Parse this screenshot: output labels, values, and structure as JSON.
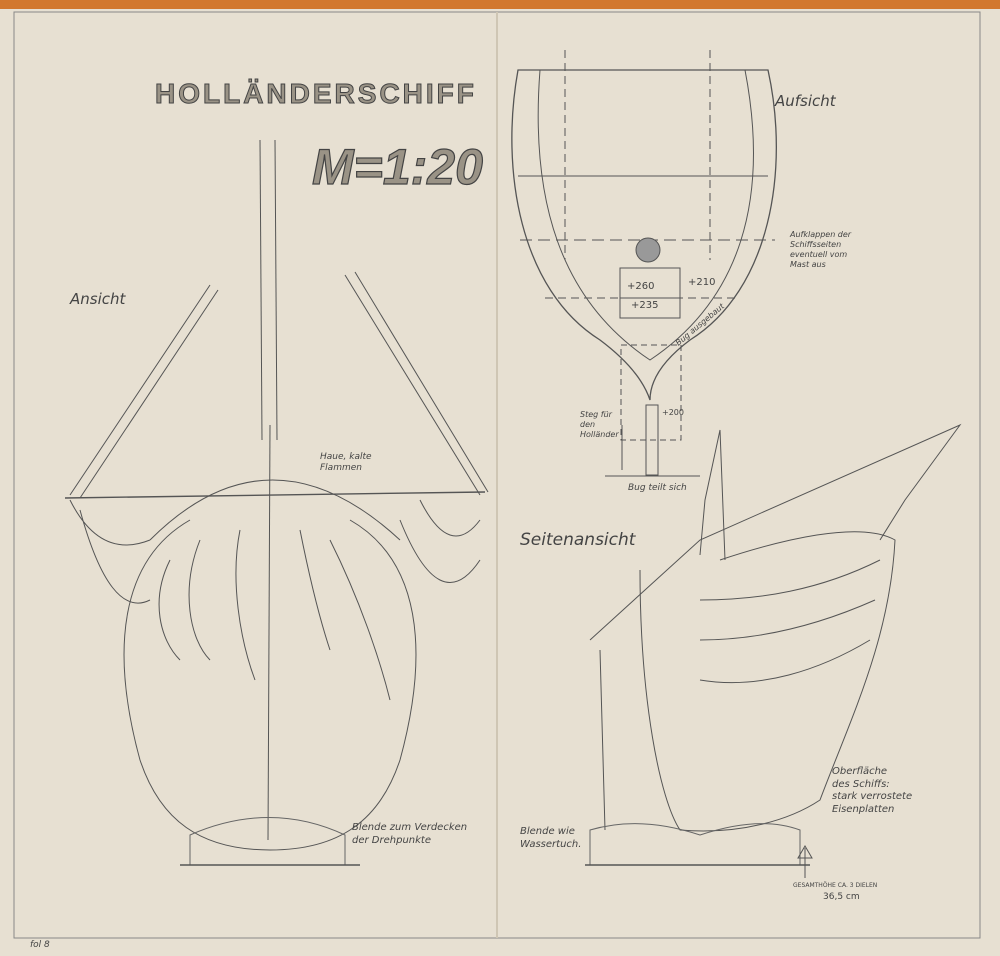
{
  "sheet": {
    "title": "HOLLÄNDERSCHIFF",
    "scale": "M=1:20",
    "sheet_mark": "fol 8",
    "colors": {
      "paper": "#e7e0d2",
      "edge_band": "#d2782e",
      "pencil": "#4a4a4a"
    }
  },
  "front_view": {
    "label": "Ansicht",
    "flames_note": "Haue, kalte\nFlammen",
    "base_note": "Blende zum Verdecken\nder Drehpunkte"
  },
  "top_view": {
    "label": "Aufsicht",
    "fold_note": "Aufklappen der\nSchiffsseiten\neventuell vom\nMast aus",
    "dim_260": "+260",
    "dim_235": "+235",
    "dim_210": "+210",
    "dim_200": "+200",
    "bow_note": "Bug ausgebaut",
    "walkway_note": "Steg für\nden\nHolländer",
    "bow_split_note": "Bug teilt sich"
  },
  "side_view": {
    "label": "Seitenansicht",
    "base_note": "Blende wie\nWassertuch.",
    "surface_note": "Oberfläche\ndes Schiffs:\nstark verrostete\nEisenplatten",
    "height_note": "GESAMTHÖHE CA. 3 DIELEN",
    "height_value": "36,5 cm"
  }
}
